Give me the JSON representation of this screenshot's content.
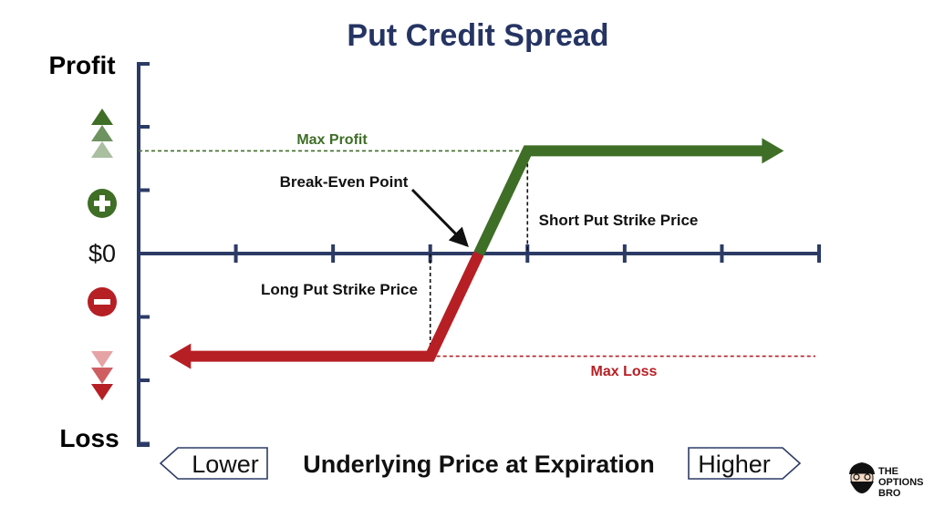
{
  "chart_data": {
    "type": "line",
    "title": "Put Credit Spread",
    "ylabel_top": "Profit",
    "ylabel_bottom": "Loss",
    "zero_label": "$0",
    "xlabel": "Underlying Price at Expiration",
    "x_lower": "Lower",
    "x_higher": "Higher",
    "x_ticks": [
      1,
      2,
      3,
      4,
      5,
      6,
      7
    ],
    "xlim": [
      0,
      7
    ],
    "ylim": [
      -3,
      3
    ],
    "y_ticks": [
      -3,
      -2,
      -1,
      1,
      2
    ],
    "series": [
      {
        "color": "#b61f24",
        "x": [
          0.35,
          3.0,
          3.5
        ],
        "y": [
          -1.62,
          -1.62,
          0
        ]
      },
      {
        "color": "#3f6e27",
        "x": [
          3.5,
          4.0,
          6.6
        ],
        "y": [
          0,
          1.62,
          1.62
        ]
      }
    ],
    "levels": {
      "max_profit": 1.62,
      "max_loss": -1.62,
      "long_put_strike": 3.0,
      "short_put_strike": 4.0,
      "break_even": 3.5
    },
    "annotations": {
      "max_profit": "Max Profit",
      "max_loss": "Max Loss",
      "break_even": "Break-Even Point",
      "short_put": "Short Put Strike Price",
      "long_put": "Long Put Strike Price"
    },
    "colors": {
      "profit": "#3f6e27",
      "loss": "#b61f24",
      "axis": "#2c3b66",
      "title": "#253463"
    }
  },
  "brand": {
    "line1": "THE",
    "line2": "OPTIONS",
    "line3": "BRO"
  }
}
